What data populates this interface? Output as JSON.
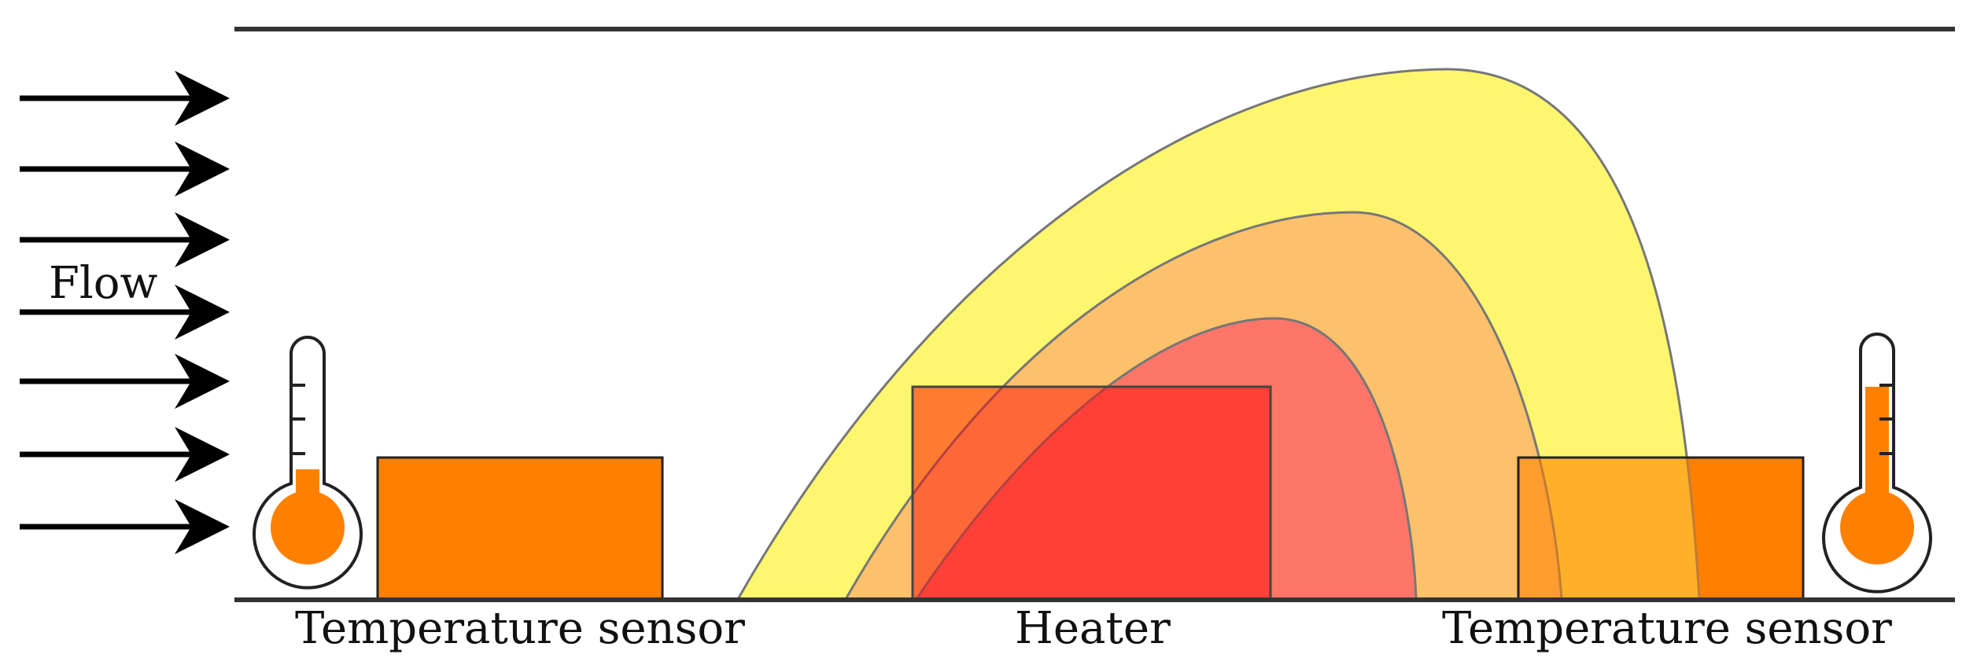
{
  "labels": {
    "flow": "Flow",
    "left_sensor": "Temperature sensor",
    "heater": "Heater",
    "right_sensor": "Temperature sensor"
  },
  "colors": {
    "plume_outer": "#fdf562",
    "plume_middle": "#fcb56b",
    "plume_inner": "#fe6969",
    "sensor_block": "#fe8000",
    "heater_block": "#ff0000",
    "thermometer_fill": "#fe8000",
    "line": "#222222"
  },
  "thermometers": {
    "left_fill_level": 0.3,
    "right_fill_level": 0.8
  }
}
